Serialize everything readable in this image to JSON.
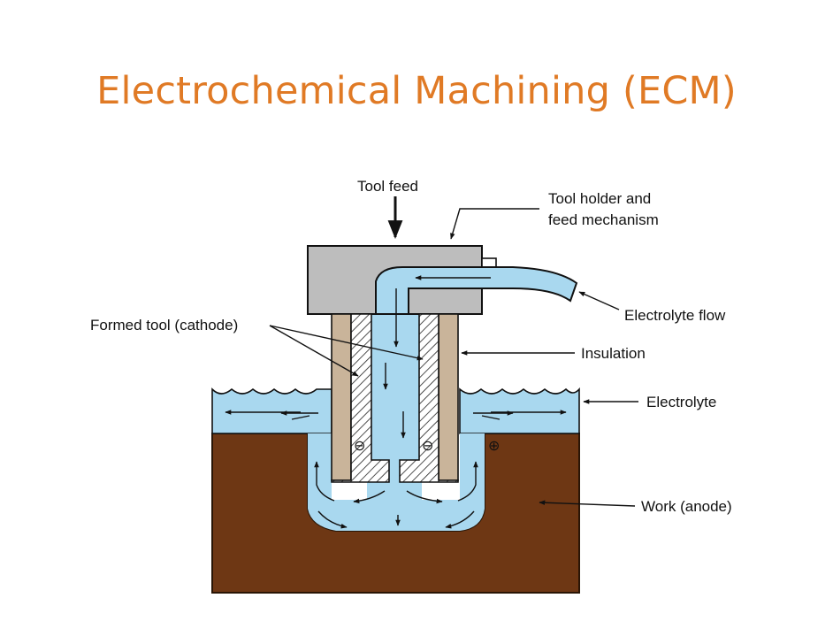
{
  "slide": {
    "title": "Electrochemical Machining (ECM)"
  },
  "colors": {
    "title": "#E07A25",
    "electrolyte": "#A9D8EF",
    "work": "#6E3714",
    "tool_holder": "#BDBDBD",
    "insulation": "#C9B49A"
  },
  "diagram": {
    "labels": {
      "tool_feed": "Tool feed",
      "tool_holder_line1": "Tool holder and",
      "tool_holder_line2": "feed mechanism",
      "electrolyte_flow": "Electrolyte flow",
      "formed_tool": "Formed tool (cathode)",
      "insulation": "Insulation",
      "electrolyte": "Electrolyte",
      "work": "Work (anode)"
    },
    "polarity": {
      "cathode": "⊖",
      "anode": "⊕"
    }
  }
}
